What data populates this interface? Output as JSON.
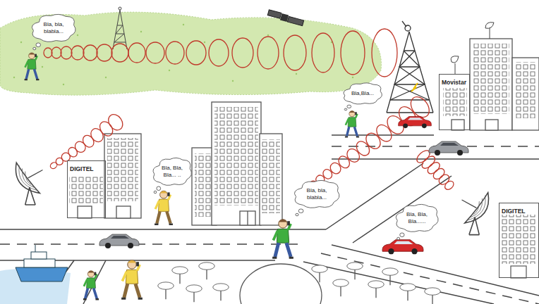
{
  "diagram": {
    "nodes": [
      {
        "text": [
          "Bla, bla, blabla..."
        ]
      },
      {
        "text": [
          "Bla,Bla..."
        ]
      },
      {
        "text": [
          "Movistar"
        ]
      },
      {
        "text": [
          "DIGITEL"
        ]
      },
      {
        "text": [
          "Bla, Bla, Bla... .."
        ]
      },
      {
        "text": [
          "Bla, bla, blabla..."
        ]
      },
      {
        "text": [
          "Bla, Bla, Bla......"
        ]
      },
      {
        "text": [
          "DIGITEL"
        ]
      }
    ]
  }
}
